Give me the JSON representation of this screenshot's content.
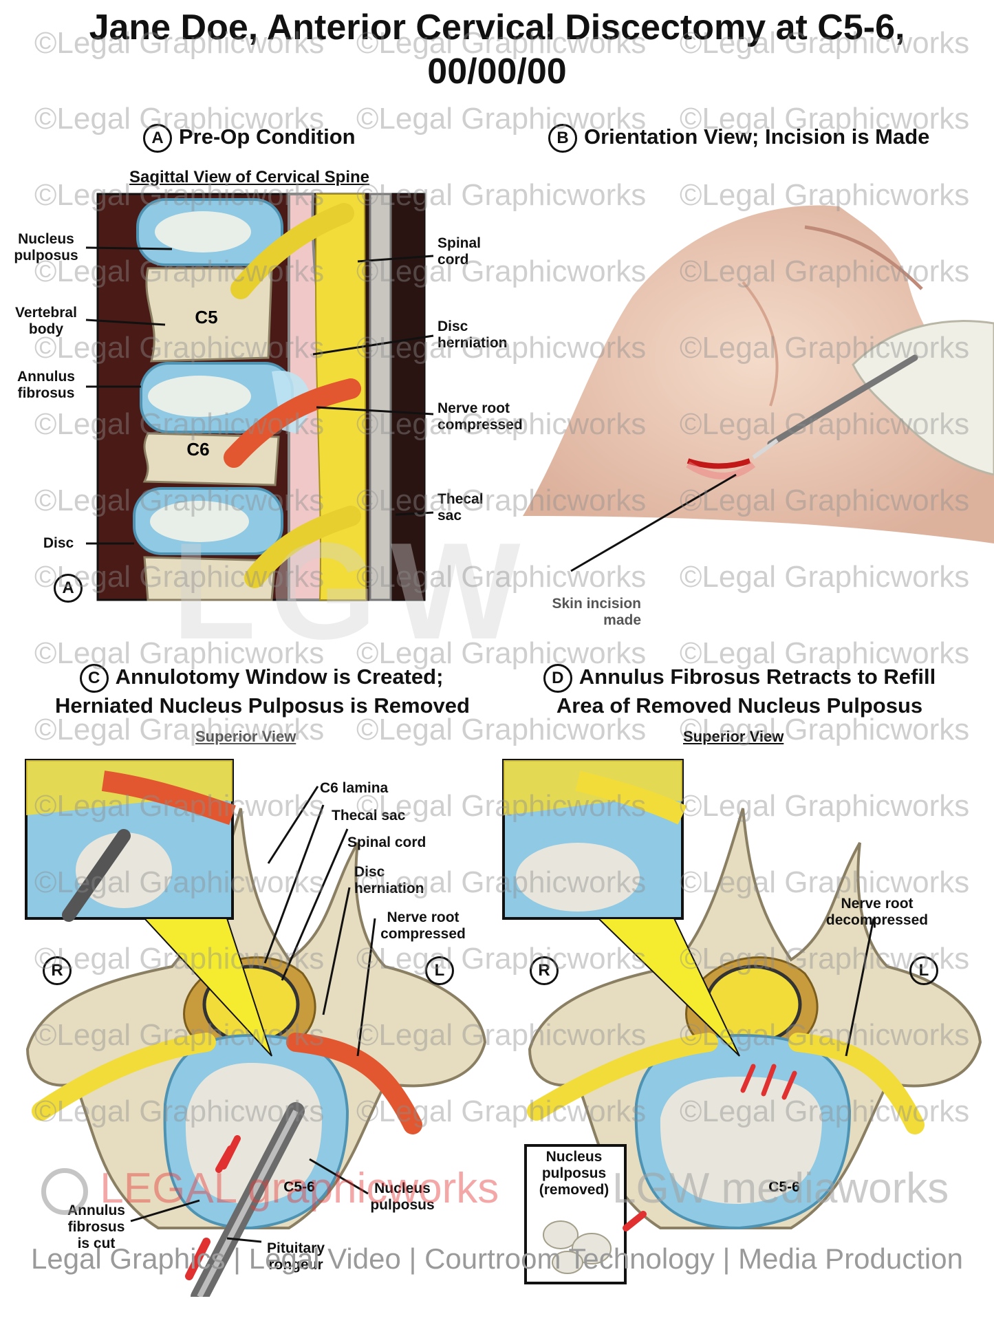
{
  "title_line1": "Jane Doe, Anterior Cervical Discectomy at C5-6,",
  "title_line2": "00/00/00",
  "panels": {
    "a": {
      "badge": "A",
      "title": "Pre-Op Condition",
      "subtitle": "Sagittal View of Cervical Spine",
      "labels": {
        "nucleus": "Nucleus pulposus",
        "vertebral": "Vertebral body",
        "annulus": "Annulus fibrosus",
        "disc": "Disc",
        "spinal_cord": "Spinal cord",
        "herniation": "Disc herniation",
        "nerve_root": "Nerve root compressed",
        "thecal": "Thecal sac",
        "c5": "C5",
        "c6": "C6"
      }
    },
    "b": {
      "badge": "B",
      "title": "Orientation View; Incision is Made",
      "labels": {
        "incision": "Skin incision made"
      }
    },
    "c": {
      "badge": "C",
      "title_line1": "Annulotomy Window is Created;",
      "title_line2": "Herniated Nucleus Pulposus is Removed",
      "subtitle": "Superior View",
      "labels": {
        "lamina": "C6 lamina",
        "thecal": "Thecal sac",
        "spinal_cord": "Spinal cord",
        "herniation": "Disc herniation",
        "nerve_root": "Nerve root compressed",
        "nucleus": "Nucleus pulposus",
        "annulus": "Annulus fibrosus is cut",
        "rongeur": "Pituitary rongeur",
        "level": "C5-6"
      }
    },
    "d": {
      "badge": "D",
      "title_line1": "Annulus Fibrosus Retracts to Refill",
      "title_line2": "Area of Removed Nucleus Pulposus",
      "subtitle": "Superior View",
      "labels": {
        "nerve_root": "Nerve root decompressed",
        "nucleus_removed": "Nucleus pulposus (removed)",
        "level": "C5-6"
      }
    }
  },
  "orientation": {
    "right": "R",
    "left": "L"
  },
  "watermark": "©Legal Graphicworks",
  "big_watermark": "LGW",
  "brand_left": "LEGAL graphicworks",
  "brand_right": "LGW mediaworks",
  "footer": "Legal Graphics | Legal Video | Courtroom Technology | Media Production",
  "colors": {
    "disc_blue": "#8fc9e3",
    "bone": "#e6dcc0",
    "cord_yellow": "#f2dc3a",
    "nerve_red": "#e2572f",
    "muscle_dark": "#4a1a16"
  }
}
